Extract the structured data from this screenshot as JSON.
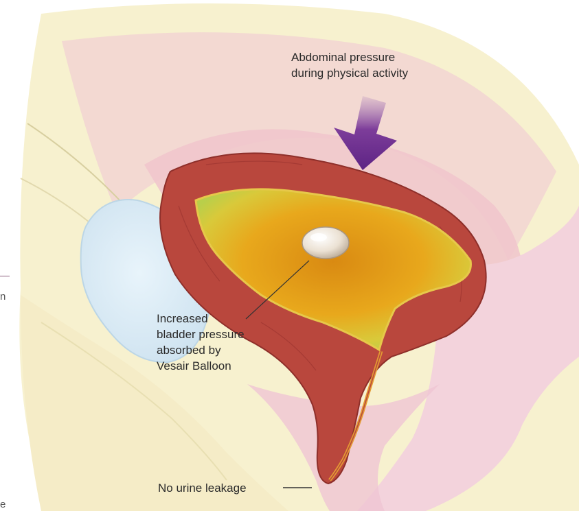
{
  "labels": {
    "abdominal_pressure": "Abdominal pressure\nduring physical activity",
    "bladder_pressure": "Increased\nbladder pressure\nabsorbed by\nVesair Balloon",
    "no_leakage": "No urine leakage"
  },
  "edge_fragments": {
    "left_mid": "n",
    "left_bottom": "e"
  },
  "colors": {
    "arrow": "#6b2d8a",
    "bladder_wall": "#b8473c",
    "bladder_lumen": "#e0a11c",
    "balloon": "#efe6da",
    "tissue_pink": "#f3cfd6",
    "tissue_yellow": "#f6eec2",
    "pubic_bone": "#d9ecf6"
  }
}
